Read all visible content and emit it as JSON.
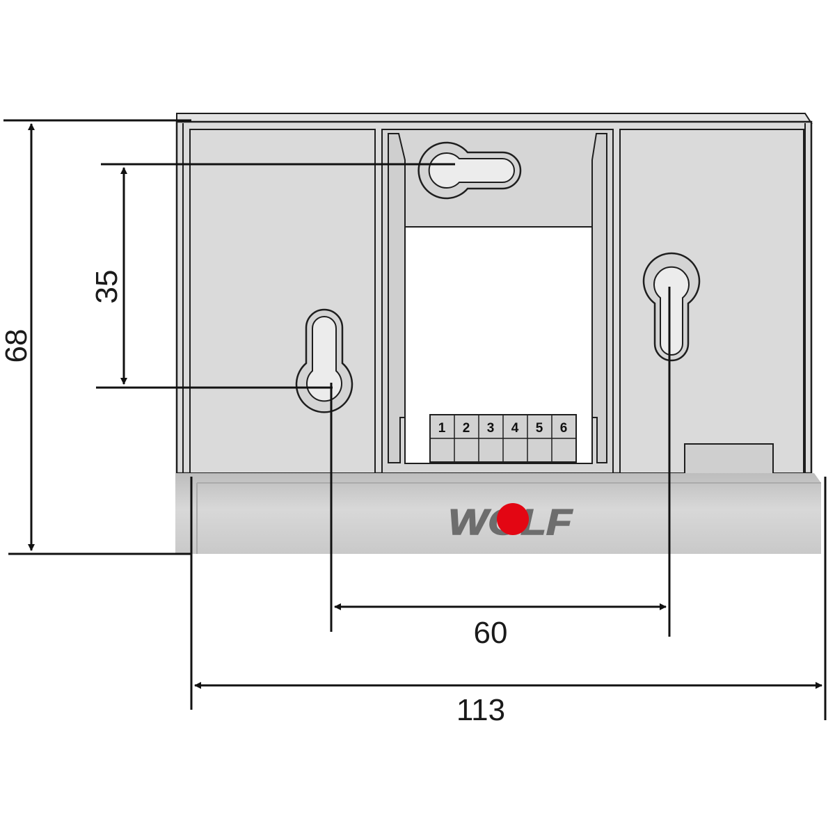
{
  "dimensions": {
    "height_total": "68",
    "hole_spacing_vertical": "35",
    "hole_spacing_horizontal": "60",
    "width_total": "113"
  },
  "terminal_block": {
    "labels": [
      "1",
      "2",
      "3",
      "4",
      "5",
      "6"
    ]
  },
  "logo": {
    "text": "WOLF",
    "colors": {
      "letters": "#6d6d6d",
      "dot": "#e30613"
    }
  },
  "colors": {
    "housing": "#dcdcdc",
    "outline": "#1e1e1e",
    "dimension_line": "#111111"
  }
}
